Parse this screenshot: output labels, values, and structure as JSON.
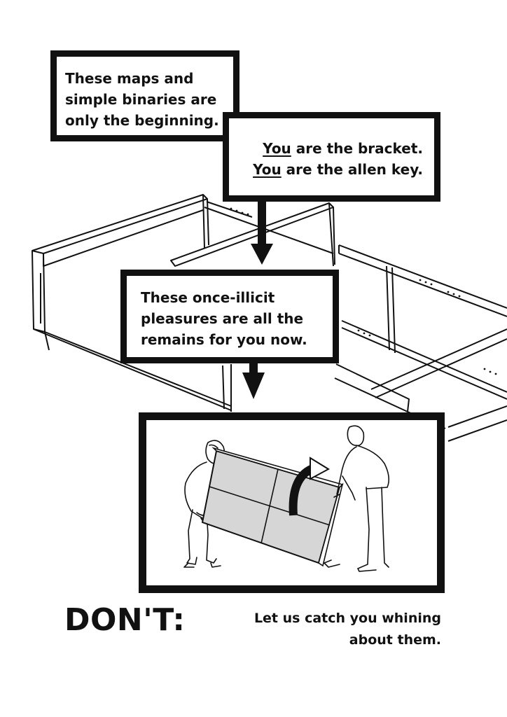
{
  "callouts": {
    "first": {
      "lines": [
        "These maps and",
        "simple binaries are",
        "only the beginning."
      ]
    },
    "second": {
      "line1_underlined": "You",
      "line1_rest": " are the bracket.",
      "line2_underlined": "You",
      "line2_rest": " are the allen key."
    },
    "third": {
      "lines": [
        "These once-illicit",
        "pleasures are all the",
        "remains for you now."
      ]
    }
  },
  "footer": {
    "heading": "DON'T:",
    "message_lines": [
      "Let us catch you whining",
      "about them."
    ]
  },
  "colors": {
    "ink": "#111111",
    "panel_fill": "#d6d6d6",
    "background": "#ffffff"
  },
  "icons": [
    "arrow-down-icon",
    "arrow-down-icon",
    "rotate-arrow-icon"
  ]
}
